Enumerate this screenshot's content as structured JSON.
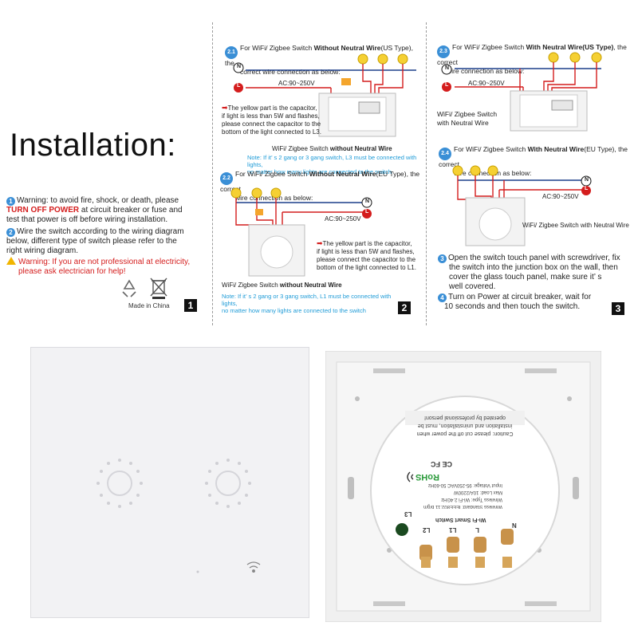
{
  "title": "Installation:",
  "panel1": {
    "step1_num": "1",
    "step1_text": "Warning: to avoid fire, shock, or death, please",
    "step1_red": "TURN OFF POWER",
    "step1_rest": "at circuit breaker or fuse and",
    "step1_line3": "test that power is off before wiring installation.",
    "step2_num": "2",
    "step2_line1": "Wire the switch according to the wiring diagram",
    "step2_line2": "below, different type of switch please refer to the",
    "step2_line3": "right wiring diagram.",
    "warn_line1": "Warning: If you are not professional at electricity,",
    "warn_line2": "please ask electrician for help!",
    "made_in": "Made in China",
    "page": "1"
  },
  "panel2": {
    "s21_num": "2.1",
    "s21_a": "For WiFi/ Zigbee Switch",
    "s21_b": "Without Neutral Wire",
    "s21_c": "(US Type), the",
    "s21_d": "correct wire connection as below:",
    "n_label": "N",
    "l_label": "L",
    "voltage": "AC:90~250V",
    "cap1_1": "The yellow part is the capacitor,",
    "cap1_2": "if light is less than 5W and flashes,",
    "cap1_3": "please connect the capacitor to the",
    "cap1_4": "bottom of the light connected to L3.",
    "caption1_a": "WiFi/ Zigbee Switch",
    "caption1_b": "without Neutral Wire",
    "note1_1": "Note: If it’ s 2 gang or 3 gang switch, L3 must be connected with lights,",
    "note1_2": "no matter how many lights are connected to the switch",
    "s22_num": "2.2",
    "s22_a": "For WiFi/ Zigbee Switch",
    "s22_b": "Without Neutral Wire",
    "s22_c": "(EU Type), the correct",
    "s22_d": "wire connection  as below:",
    "cap2_1": "The yellow part is the capacitor,",
    "cap2_2": "if light is less than 5W and flashes,",
    "cap2_3": "please connect the capacitor to the",
    "cap2_4": "bottom of the light connected to L1.",
    "caption2_a": "WiFi/ Zigbee Switch",
    "caption2_b": "without Neutral Wire",
    "note2_1": "Note: If it’ s 2 gang or 3 gang switch, L1 must be connected with lights,",
    "note2_2": "no matter how many lights are connected to the switch",
    "page": "2"
  },
  "panel3": {
    "s23_num": "2.3",
    "s23_a": "For WiFi/ Zigbee Switch",
    "s23_b": "With Neutral Wire(US Type)",
    "s23_c": ", the correct",
    "s23_d": "wire connection as below:",
    "n_label": "N",
    "l_label": "L",
    "voltage": "AC:90~250V",
    "caption1_1": "WiFi/ Zigbee Switch",
    "caption1_2": "with Neutral Wire",
    "s24_num": "2.4",
    "s24_a": "For WiFi/ Zigbee Switch",
    "s24_b": "With Neutral Wire",
    "s24_c": "(EU Type), the correct",
    "s24_d": "wire connection  as below:",
    "caption2": "WiFi/ Zigbee Switch with Neutral Wire",
    "step3_num": "3",
    "step3_1": "Open the switch touch panel with screwdriver, fix",
    "step3_2": "the switch into the junction box on the wall, then",
    "step3_3": "cover the glass touch panel, make sure it’ s",
    "step3_4": "well covered.",
    "step4_num": "4",
    "step4_1": "Turn on Power at circuit breaker, wait for",
    "step4_2": "10 seconds and then touch the switch.",
    "page": "3"
  },
  "product_back": {
    "brand_text": "Wi-Fi Smart Switch",
    "input_voltage": "Input Voltage: 95-250VAC 50-60Hz",
    "max_load": "Max Load: 10A/2200W",
    "wireless_type": "Wireless Type: Wi-Fi 2.4GHz",
    "wireless_std": "Wireless Standard: IEEE802.11 b/g/n",
    "rohs": "RoHS",
    "ce": "CE FC",
    "caution_1": "Caution: please cut off the power when",
    "caution_2": "installation and uninstallation, must be",
    "caution_3": "operated by professional person!",
    "term_n": "N",
    "term_l": "L",
    "term_l1": "L1",
    "term_l2": "L2",
    "term_l3": "L3"
  },
  "colors": {
    "blue": "#3a8fd6",
    "red": "#d41d1d",
    "note_blue": "#1e9bd7",
    "yellow": "#f1b500"
  }
}
